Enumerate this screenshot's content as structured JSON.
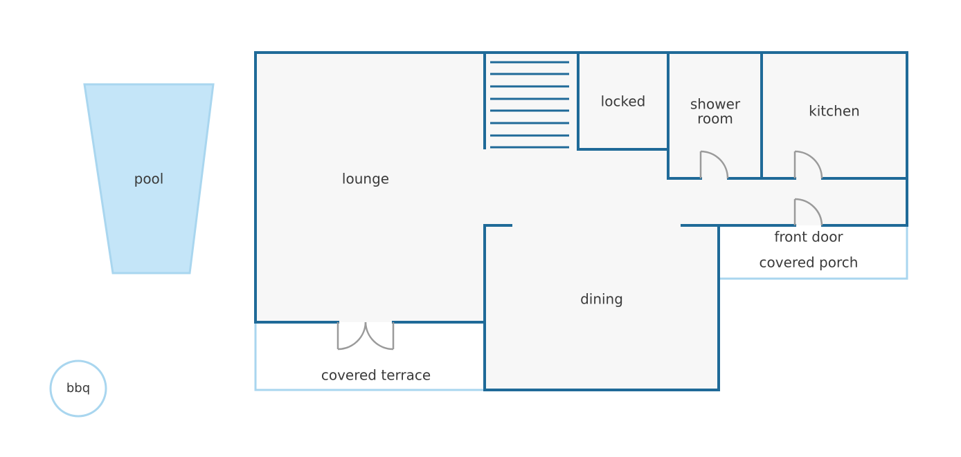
{
  "plan": {
    "rooms": {
      "lounge": "lounge",
      "locked": "locked",
      "shower_room_line1": "shower",
      "shower_room_line2": "room",
      "kitchen": "kitchen",
      "dining": "dining",
      "front_door": "front door",
      "covered_porch": "covered porch",
      "covered_terrace": "covered terrace"
    },
    "outdoor": {
      "pool": "pool",
      "bbq": "bbq"
    }
  },
  "colors": {
    "wall": "#1f6a98",
    "outdoor_outline": "#a9d6ef",
    "pool_fill": "#c4e5f8",
    "floor_fill": "#f7f7f7",
    "door": "#9a9a9a",
    "stairs": "#1f6a98",
    "text": "#3a3a3a"
  }
}
